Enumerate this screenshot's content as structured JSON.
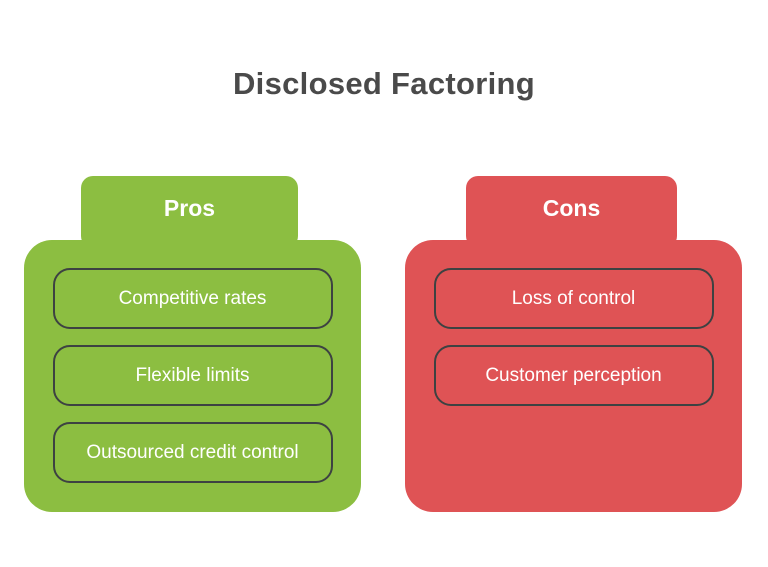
{
  "title": "Disclosed Factoring",
  "colors": {
    "background": "#ffffff",
    "pros": "#8cbe41",
    "cons": "#df5355",
    "outline": "#3d4242",
    "title_text": "#4a4a4a",
    "item_text": "#ffffff"
  },
  "pros": {
    "label": "Pros",
    "items": [
      "Competitive rates",
      "Flexible limits",
      "Outsourced credit control"
    ]
  },
  "cons": {
    "label": "Cons",
    "items": [
      "Loss of control",
      "Customer perception"
    ]
  }
}
